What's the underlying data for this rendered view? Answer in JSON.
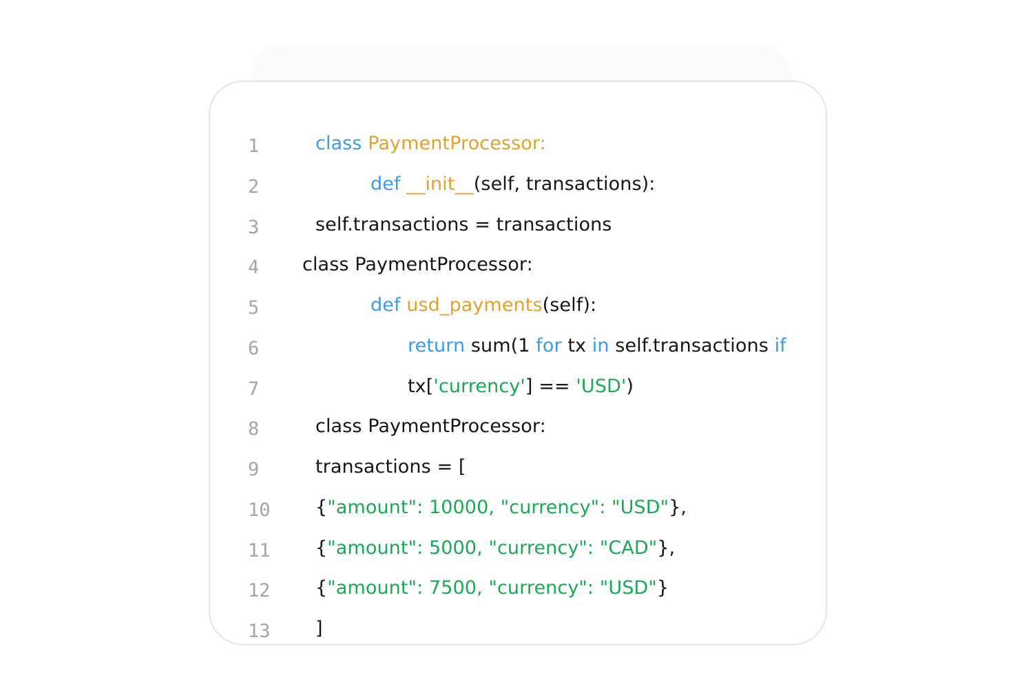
{
  "editor": {
    "lines": [
      {
        "number": "1",
        "tokens": [
          {
            "text": "class ",
            "kind": "kw"
          },
          {
            "text": "PaymentProcessor:",
            "kind": "fn"
          }
        ]
      },
      {
        "number": "2",
        "tokens": [
          {
            "text": "def ",
            "kind": "kw"
          },
          {
            "text": "__init__",
            "kind": "fn"
          },
          {
            "text": "(self, transactions):",
            "kind": "plain"
          }
        ]
      },
      {
        "number": "3",
        "tokens": [
          {
            "text": "self.transactions = transactions",
            "kind": "plain"
          }
        ]
      },
      {
        "number": "4",
        "tokens": [
          {
            "text": "class PaymentProcessor:",
            "kind": "plain"
          }
        ]
      },
      {
        "number": "5",
        "tokens": [
          {
            "text": "def ",
            "kind": "kw"
          },
          {
            "text": "usd_payments",
            "kind": "fn"
          },
          {
            "text": "(self):",
            "kind": "plain"
          }
        ]
      },
      {
        "number": "6",
        "tokens": [
          {
            "text": "return ",
            "kind": "kw"
          },
          {
            "text": "sum(1 ",
            "kind": "plain"
          },
          {
            "text": "for ",
            "kind": "kw"
          },
          {
            "text": "tx ",
            "kind": "plain"
          },
          {
            "text": "in ",
            "kind": "kw"
          },
          {
            "text": "self.transactions ",
            "kind": "plain"
          },
          {
            "text": "if",
            "kind": "kw"
          }
        ]
      },
      {
        "number": "7",
        "tokens": [
          {
            "text": "tx[",
            "kind": "plain"
          },
          {
            "text": "'currency'",
            "kind": "str"
          },
          {
            "text": "] == ",
            "kind": "plain"
          },
          {
            "text": "'USD'",
            "kind": "str"
          },
          {
            "text": ")",
            "kind": "plain"
          }
        ]
      },
      {
        "number": "8",
        "tokens": [
          {
            "text": "class PaymentProcessor:",
            "kind": "plain"
          }
        ]
      },
      {
        "number": "9",
        "tokens": [
          {
            "text": "transactions = [",
            "kind": "plain"
          }
        ]
      },
      {
        "number": "10",
        "tokens": [
          {
            "text": "{",
            "kind": "plain"
          },
          {
            "text": "\"amount\": 10000, \"currency\": \"USD\"",
            "kind": "str"
          },
          {
            "text": "},",
            "kind": "plain"
          }
        ]
      },
      {
        "number": "11",
        "tokens": [
          {
            "text": "{",
            "kind": "plain"
          },
          {
            "text": "\"amount\": 5000, \"currency\": \"CAD\"",
            "kind": "str"
          },
          {
            "text": "},",
            "kind": "plain"
          }
        ]
      },
      {
        "number": "12",
        "tokens": [
          {
            "text": "{",
            "kind": "plain"
          },
          {
            "text": "\"amount\": 7500, \"currency\": \"USD\"",
            "kind": "str"
          },
          {
            "text": "}",
            "kind": "plain"
          }
        ]
      },
      {
        "number": "13",
        "tokens": [
          {
            "text": "]",
            "kind": "plain"
          }
        ]
      }
    ]
  },
  "colors": {
    "keyword": "#3b9be6",
    "function": "#e2a12a",
    "string": "#19a953",
    "text": "#161616",
    "line_number": "#a4a4a4",
    "border": "#e4e4e4"
  }
}
